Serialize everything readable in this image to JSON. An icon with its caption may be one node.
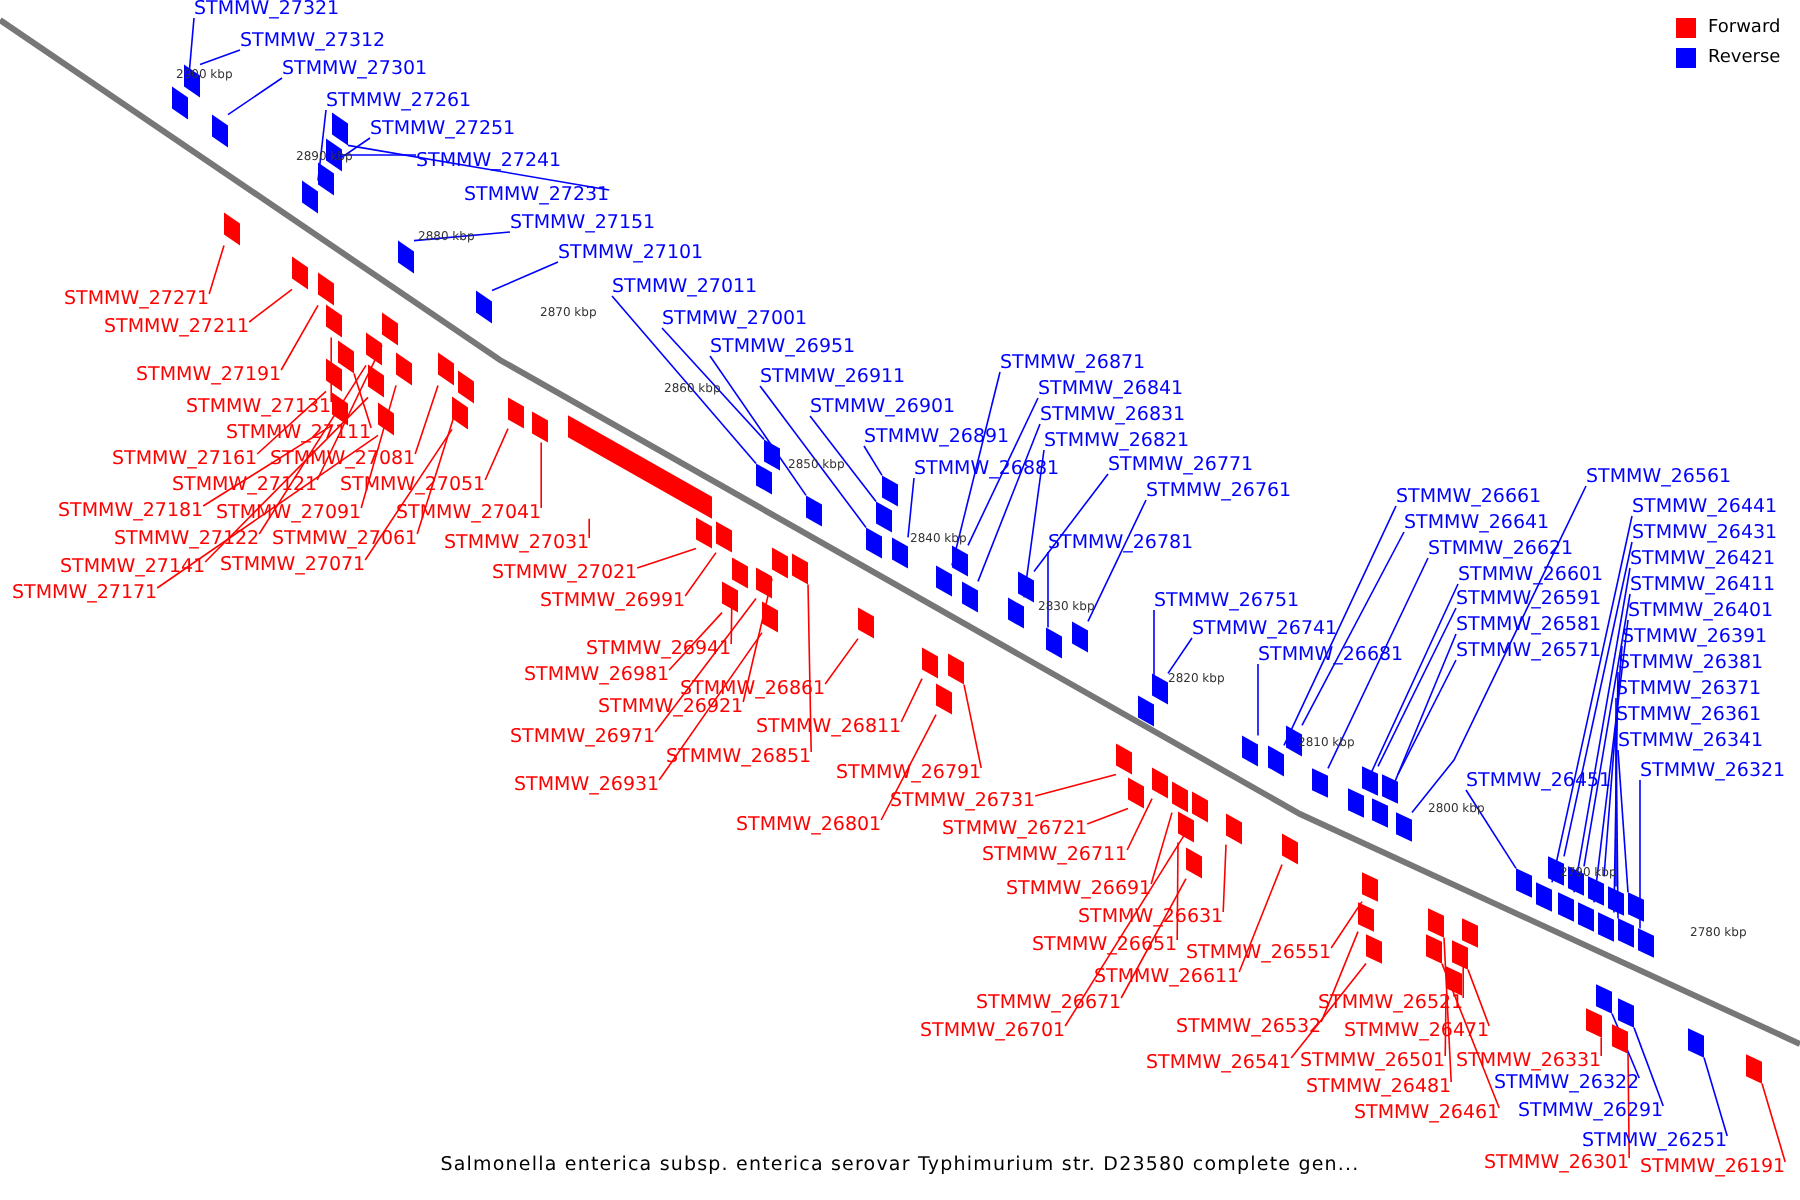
{
  "diagram": {
    "caption": "Salmonella enterica subsp. enterica serovar Typhimurium str. D23580 complete gen...",
    "nodes": [
      {
        "text": [
          "STMMW_27321"
        ]
      },
      {
        "text": [
          "STMMW_27312"
        ]
      },
      {
        "text": [
          "STMMW_27301"
        ]
      },
      {
        "text": [
          "STMMW_27261"
        ]
      },
      {
        "text": [
          "STMMW_27251"
        ]
      },
      {
        "text": [
          "STMMW_27241"
        ]
      },
      {
        "text": [
          "STMMW_27231"
        ]
      },
      {
        "text": [
          "STMMW_27151"
        ]
      },
      {
        "text": [
          "STMMW_27101"
        ]
      },
      {
        "text": [
          "STMMW_27011"
        ]
      },
      {
        "text": [
          "STMMW_27001"
        ]
      },
      {
        "text": [
          "STMMW_26951"
        ]
      },
      {
        "text": [
          "STMMW_26911"
        ]
      },
      {
        "text": [
          "STMMW_26901"
        ]
      },
      {
        "text": [
          "STMMW_26891"
        ]
      },
      {
        "text": [
          "STMMW_26881"
        ]
      },
      {
        "text": [
          "STMMW_26871"
        ]
      },
      {
        "text": [
          "STMMW_26841"
        ]
      },
      {
        "text": [
          "STMMW_26831"
        ]
      },
      {
        "text": [
          "STMMW_26821"
        ]
      },
      {
        "text": [
          "STMMW_26771"
        ]
      },
      {
        "text": [
          "STMMW_26761"
        ]
      },
      {
        "text": [
          "STMMW_26781"
        ]
      },
      {
        "text": [
          "STMMW_26751"
        ]
      },
      {
        "text": [
          "STMMW_26741"
        ]
      },
      {
        "text": [
          "STMMW_26681"
        ]
      },
      {
        "text": [
          "STMMW_26661"
        ]
      },
      {
        "text": [
          "STMMW_26641"
        ]
      },
      {
        "text": [
          "STMMW_26621"
        ]
      },
      {
        "text": [
          "STMMW_26601"
        ]
      },
      {
        "text": [
          "STMMW_26591"
        ]
      },
      {
        "text": [
          "STMMW_26581"
        ]
      },
      {
        "text": [
          "STMMW_26571"
        ]
      },
      {
        "text": [
          "STMMW_26561"
        ]
      },
      {
        "text": [
          "STMMW_26441"
        ]
      },
      {
        "text": [
          "STMMW_26431"
        ]
      },
      {
        "text": [
          "STMMW_26421"
        ]
      },
      {
        "text": [
          "STMMW_26411"
        ]
      },
      {
        "text": [
          "STMMW_26401"
        ]
      },
      {
        "text": [
          "STMMW_26391"
        ]
      },
      {
        "text": [
          "STMMW_26381"
        ]
      },
      {
        "text": [
          "STMMW_26371"
        ]
      },
      {
        "text": [
          "STMMW_26361"
        ]
      },
      {
        "text": [
          "STMMW_26341"
        ]
      },
      {
        "text": [
          "STMMW_26451"
        ]
      },
      {
        "text": [
          "STMMW_26321"
        ]
      },
      {
        "text": [
          "STMMW_26322"
        ]
      },
      {
        "text": [
          "STMMW_26291"
        ]
      },
      {
        "text": [
          "STMMW_26251"
        ]
      },
      {
        "text": [
          "STMMW_27271"
        ]
      },
      {
        "text": [
          "STMMW_27211"
        ]
      },
      {
        "text": [
          "STMMW_27191"
        ]
      },
      {
        "text": [
          "STMMW_27131"
        ]
      },
      {
        "text": [
          "STMMW_27111"
        ]
      },
      {
        "text": [
          "STMMW_27161"
        ]
      },
      {
        "text": [
          "STMMW_27081"
        ]
      },
      {
        "text": [
          "STMMW_27121"
        ]
      },
      {
        "text": [
          "STMMW_27051"
        ]
      },
      {
        "text": [
          "STMMW_27181"
        ]
      },
      {
        "text": [
          "STMMW_27091"
        ]
      },
      {
        "text": [
          "STMMW_27041"
        ]
      },
      {
        "text": [
          "STMMW_27122"
        ]
      },
      {
        "text": [
          "STMMW_27061"
        ]
      },
      {
        "text": [
          "STMMW_27031"
        ]
      },
      {
        "text": [
          "STMMW_27141"
        ]
      },
      {
        "text": [
          "STMMW_27071"
        ]
      },
      {
        "text": [
          "STMMW_27171"
        ]
      },
      {
        "text": [
          "STMMW_27021"
        ]
      },
      {
        "text": [
          "STMMW_26991"
        ]
      },
      {
        "text": [
          "STMMW_26941"
        ]
      },
      {
        "text": [
          "STMMW_26981"
        ]
      },
      {
        "text": [
          "STMMW_26861"
        ]
      },
      {
        "text": [
          "STMMW_26921"
        ]
      },
      {
        "text": [
          "STMMW_26811"
        ]
      },
      {
        "text": [
          "STMMW_26971"
        ]
      },
      {
        "text": [
          "STMMW_26851"
        ]
      },
      {
        "text": [
          "STMMW_26791"
        ]
      },
      {
        "text": [
          "STMMW_26931"
        ]
      },
      {
        "text": [
          "STMMW_26731"
        ]
      },
      {
        "text": [
          "STMMW_26801"
        ]
      },
      {
        "text": [
          "STMMW_26721"
        ]
      },
      {
        "text": [
          "STMMW_26711"
        ]
      },
      {
        "text": [
          "STMMW_26691"
        ]
      },
      {
        "text": [
          "STMMW_26631"
        ]
      },
      {
        "text": [
          "STMMW_26651"
        ]
      },
      {
        "text": [
          "STMMW_26551"
        ]
      },
      {
        "text": [
          "STMMW_26611"
        ]
      },
      {
        "text": [
          "STMMW_26671"
        ]
      },
      {
        "text": [
          "STMMW_26521"
        ]
      },
      {
        "text": [
          "STMMW_26701"
        ]
      },
      {
        "text": [
          "STMMW_26532"
        ]
      },
      {
        "text": [
          "STMMW_26471"
        ]
      },
      {
        "text": [
          "STMMW_26501"
        ]
      },
      {
        "text": [
          "STMMW_26331"
        ]
      },
      {
        "text": [
          "STMMW_26541"
        ]
      },
      {
        "text": [
          "STMMW_26481"
        ]
      },
      {
        "text": [
          "STMMW_26461"
        ]
      },
      {
        "text": [
          "STMMW_26301"
        ]
      },
      {
        "text": [
          "STMMW_26191"
        ]
      },
      {
        "text": [],
        "shape": "box"
      },
      {
        "text": [],
        "shape": "box"
      },
      {
        "text": [],
        "shape": "box"
      },
      {
        "text": [],
        "shape": "box"
      },
      {
        "text": [],
        "shape": "box"
      },
      {
        "text": [],
        "shape": "box"
      },
      {
        "text": [],
        "shape": "box"
      },
      {
        "text": [],
        "shape": "box"
      },
      {
        "text": [],
        "shape": "box"
      },
      {
        "text": [],
        "shape": "box"
      },
      {
        "text": [],
        "shape": "box"
      },
      {
        "text": [],
        "shape": "box"
      },
      {
        "text": [],
        "shape": "box"
      },
      {
        "text": [],
        "shape": "box"
      },
      {
        "text": [],
        "shape": "box"
      },
      {
        "text": [],
        "shape": "box"
      },
      {
        "text": [],
        "shape": "box"
      },
      {
        "text": [],
        "shape": "box"
      },
      {
        "text": [],
        "shape": "box"
      },
      {
        "text": [],
        "shape": "box"
      },
      {
        "text": [],
        "shape": "box"
      },
      {
        "text": [],
        "shape": "box"
      },
      {
        "text": [],
        "shape": "box"
      },
      {
        "text": [],
        "shape": "box"
      },
      {
        "text": [],
        "shape": "box"
      },
      {
        "text": [],
        "shape": "box"
      },
      {
        "text": [],
        "shape": "box"
      },
      {
        "text": [],
        "shape": "box"
      },
      {
        "text": [],
        "shape": "box"
      },
      {
        "text": [],
        "shape": "box"
      },
      {
        "text": [],
        "shape": "box"
      },
      {
        "text": [],
        "shape": "box"
      },
      {
        "text": [],
        "shape": "box"
      },
      {
        "text": [],
        "shape": "box"
      },
      {
        "text": [],
        "shape": "box"
      },
      {
        "text": [],
        "shape": "box"
      },
      {
        "text": [],
        "shape": "box"
      },
      {
        "text": [],
        "shape": "box"
      },
      {
        "text": [],
        "shape": "box"
      },
      {
        "text": [],
        "shape": "box"
      },
      {
        "text": [],
        "shape": "box"
      },
      {
        "text": [],
        "shape": "box"
      },
      {
        "text": [],
        "shape": "box"
      },
      {
        "text": [],
        "shape": "box"
      },
      {
        "text": [],
        "shape": "box"
      },
      {
        "text": [],
        "shape": "box"
      },
      {
        "text": [],
        "shape": "box"
      },
      {
        "text": [],
        "shape": "box"
      },
      {
        "text": [],
        "shape": "box"
      },
      {
        "text": [],
        "shape": "box"
      },
      {
        "text": [],
        "shape": "box"
      },
      {
        "text": [],
        "shape": "box"
      },
      {
        "text": [],
        "shape": "box"
      },
      {
        "text": [],
        "shape": "box"
      },
      {
        "text": [],
        "shape": "box"
      },
      {
        "text": [],
        "shape": "box"
      },
      {
        "text": [],
        "shape": "box"
      },
      {
        "text": [],
        "shape": "box"
      },
      {
        "text": [],
        "shape": "box"
      },
      {
        "text": [],
        "shape": "box"
      },
      {
        "text": [],
        "shape": "box"
      },
      {
        "text": [],
        "shape": "box"
      },
      {
        "text": [],
        "shape": "box"
      },
      {
        "text": [],
        "shape": "box"
      },
      {
        "text": [],
        "shape": "box"
      },
      {
        "text": [],
        "shape": "box"
      },
      {
        "text": [],
        "shape": "box"
      },
      {
        "text": [],
        "shape": "box"
      },
      {
        "text": [],
        "shape": "box"
      },
      {
        "text": [],
        "shape": "box"
      },
      {
        "text": [],
        "shape": "box"
      },
      {
        "text": [],
        "shape": "box"
      },
      {
        "text": [],
        "shape": "box"
      },
      {
        "text": [],
        "shape": "box"
      },
      {
        "text": [],
        "shape": "box"
      },
      {
        "text": [],
        "shape": "box"
      },
      {
        "text": [],
        "shape": "box"
      },
      {
        "text": [],
        "shape": "box"
      },
      {
        "text": [],
        "shape": "box"
      },
      {
        "text": [],
        "shape": "box"
      },
      {
        "text": [],
        "shape": "box"
      },
      {
        "text": [],
        "shape": "box"
      },
      {
        "text": [],
        "shape": "box"
      },
      {
        "text": [],
        "shape": "box"
      },
      {
        "text": [],
        "shape": "box"
      },
      {
        "text": [],
        "shape": "box"
      },
      {
        "text": [],
        "shape": "box"
      },
      {
        "text": [],
        "shape": "box"
      },
      {
        "text": [],
        "shape": "box"
      },
      {
        "text": [],
        "shape": "box"
      },
      {
        "text": [],
        "shape": "box"
      },
      {
        "text": [],
        "shape": "box"
      },
      {
        "text": [],
        "shape": "box"
      },
      {
        "text": [],
        "shape": "box"
      },
      {
        "text": [],
        "shape": "box"
      },
      {
        "text": [],
        "shape": "box"
      },
      {
        "text": [],
        "shape": "box"
      },
      {
        "text": [],
        "shape": "box"
      },
      {
        "text": [],
        "shape": "box"
      }
    ],
    "edges": [
      {
        "from": 0,
        "to": 99,
        "arrow": "none",
        "color": "#0000ff"
      },
      {
        "from": 1,
        "to": 100,
        "arrow": "none",
        "color": "#0000ff"
      },
      {
        "from": 2,
        "to": 101,
        "arrow": "none",
        "color": "#0000ff"
      },
      {
        "from": 3,
        "to": 102,
        "arrow": "none",
        "color": "#0000ff"
      },
      {
        "from": 4,
        "to": 103,
        "arrow": "none",
        "color": "#0000ff"
      },
      {
        "from": 5,
        "to": 104,
        "arrow": "none",
        "color": "#0000ff"
      },
      {
        "from": 6,
        "to": 105,
        "arrow": "none",
        "color": "#0000ff"
      },
      {
        "from": 7,
        "to": 106,
        "arrow": "none",
        "color": "#0000ff"
      },
      {
        "from": 8,
        "to": 107,
        "arrow": "none",
        "color": "#0000ff"
      },
      {
        "from": 9,
        "to": 108,
        "arrow": "none",
        "color": "#0000ff"
      },
      {
        "from": 10,
        "to": 109,
        "arrow": "none",
        "color": "#0000ff"
      },
      {
        "from": 11,
        "to": 110,
        "arrow": "none",
        "color": "#0000ff"
      },
      {
        "from": 12,
        "to": 111,
        "arrow": "none",
        "color": "#0000ff"
      },
      {
        "from": 13,
        "to": 112,
        "arrow": "none",
        "color": "#0000ff"
      },
      {
        "from": 14,
        "to": 113,
        "arrow": "none",
        "color": "#0000ff"
      },
      {
        "from": 15,
        "to": 114,
        "arrow": "none",
        "color": "#0000ff"
      },
      {
        "from": 16,
        "to": 115,
        "arrow": "none",
        "color": "#0000ff"
      },
      {
        "from": 17,
        "to": 116,
        "arrow": "none",
        "color": "#0000ff"
      },
      {
        "from": 18,
        "to": 117,
        "arrow": "none",
        "color": "#0000ff"
      },
      {
        "from": 19,
        "to": 118,
        "arrow": "none",
        "color": "#0000ff"
      },
      {
        "from": 20,
        "to": 119,
        "arrow": "none",
        "color": "#0000ff"
      },
      {
        "from": 21,
        "to": 120,
        "arrow": "none",
        "color": "#0000ff"
      },
      {
        "from": 22,
        "to": 121,
        "arrow": "none",
        "color": "#0000ff"
      },
      {
        "from": 23,
        "to": 122,
        "arrow": "none",
        "color": "#0000ff"
      },
      {
        "from": 24,
        "to": 123,
        "arrow": "none",
        "color": "#0000ff"
      },
      {
        "from": 25,
        "to": 124,
        "arrow": "none",
        "color": "#0000ff"
      },
      {
        "from": 26,
        "to": 125,
        "arrow": "none",
        "color": "#0000ff"
      },
      {
        "from": 27,
        "to": 126,
        "arrow": "none",
        "color": "#0000ff"
      },
      {
        "from": 28,
        "to": 127,
        "arrow": "none",
        "color": "#0000ff"
      },
      {
        "from": 29,
        "to": 128,
        "arrow": "none",
        "color": "#0000ff"
      },
      {
        "from": 30,
        "to": 129,
        "arrow": "none",
        "color": "#0000ff"
      },
      {
        "from": 31,
        "to": 130,
        "arrow": "none",
        "color": "#0000ff"
      },
      {
        "from": 32,
        "to": 131,
        "arrow": "none",
        "color": "#0000ff"
      },
      {
        "from": 33,
        "to": 132,
        "arrow": "none",
        "color": "#0000ff"
      },
      {
        "from": 34,
        "to": 133,
        "arrow": "none",
        "color": "#0000ff"
      },
      {
        "from": 35,
        "to": 134,
        "arrow": "none",
        "color": "#0000ff"
      },
      {
        "from": 36,
        "to": 135,
        "arrow": "none",
        "color": "#0000ff"
      },
      {
        "from": 37,
        "to": 136,
        "arrow": "none",
        "color": "#0000ff"
      },
      {
        "from": 38,
        "to": 137,
        "arrow": "none",
        "color": "#0000ff"
      },
      {
        "from": 39,
        "to": 138,
        "arrow": "none",
        "color": "#0000ff"
      },
      {
        "from": 40,
        "to": 139,
        "arrow": "none",
        "color": "#0000ff"
      },
      {
        "from": 41,
        "to": 140,
        "arrow": "none",
        "color": "#0000ff"
      },
      {
        "from": 42,
        "to": 141,
        "arrow": "none",
        "color": "#0000ff"
      },
      {
        "from": 43,
        "to": 142,
        "arrow": "none",
        "color": "#0000ff"
      },
      {
        "from": 44,
        "to": 143,
        "arrow": "none",
        "color": "#0000ff"
      },
      {
        "from": 45,
        "to": 144,
        "arrow": "none",
        "color": "#0000ff"
      },
      {
        "from": 46,
        "to": 145,
        "arrow": "none",
        "color": "#0000ff"
      },
      {
        "from": 47,
        "to": 146,
        "arrow": "none",
        "color": "#0000ff"
      },
      {
        "from": 48,
        "to": 147,
        "arrow": "none",
        "color": "#0000ff"
      },
      {
        "from": 49,
        "to": 148,
        "arrow": "none"
      },
      {
        "from": 50,
        "to": 149,
        "arrow": "none"
      },
      {
        "from": 51,
        "to": 150,
        "arrow": "none"
      },
      {
        "from": 52,
        "to": 151,
        "arrow": "none"
      },
      {
        "from": 53,
        "to": 152,
        "arrow": "none"
      },
      {
        "from": 54,
        "to": 153,
        "arrow": "none"
      },
      {
        "from": 55,
        "to": 154,
        "arrow": "none"
      },
      {
        "from": 56,
        "to": 155,
        "arrow": "none"
      },
      {
        "from": 57,
        "to": 156,
        "arrow": "none"
      },
      {
        "from": 58,
        "to": 157,
        "arrow": "none"
      },
      {
        "from": 59,
        "to": 158,
        "arrow": "none"
      },
      {
        "from": 60,
        "to": 159,
        "arrow": "none"
      },
      {
        "from": 61,
        "to": 160,
        "arrow": "none"
      },
      {
        "from": 62,
        "to": 161,
        "arrow": "none"
      },
      {
        "from": 63,
        "to": 162,
        "arrow": "none"
      },
      {
        "from": 64,
        "to": 163,
        "arrow": "none"
      },
      {
        "from": 65,
        "to": 164,
        "arrow": "none"
      },
      {
        "from": 66,
        "to": 165,
        "arrow": "none"
      },
      {
        "from": 67,
        "to": 166,
        "arrow": "none"
      },
      {
        "from": 68,
        "to": 167,
        "arrow": "none"
      },
      {
        "from": 69,
        "to": 168,
        "arrow": "none"
      },
      {
        "from": 70,
        "to": 169,
        "arrow": "none"
      },
      {
        "from": 71,
        "to": 170,
        "arrow": "none"
      },
      {
        "from": 72,
        "to": 171,
        "arrow": "none"
      },
      {
        "from": 73,
        "to": 172,
        "arrow": "none"
      },
      {
        "from": 74,
        "to": 173,
        "arrow": "none"
      },
      {
        "from": 75,
        "to": 174,
        "arrow": "none"
      },
      {
        "from": 76,
        "to": 175,
        "arrow": "none"
      },
      {
        "from": 77,
        "to": 176,
        "arrow": "none"
      },
      {
        "from": 78,
        "to": 177,
        "arrow": "none"
      },
      {
        "from": 79,
        "to": 178,
        "arrow": "none"
      },
      {
        "from": 80,
        "to": 179,
        "arrow": "none"
      },
      {
        "from": 81,
        "to": 180,
        "arrow": "none"
      },
      {
        "from": 82,
        "to": 181,
        "arrow": "none"
      },
      {
        "from": 83,
        "to": 182,
        "arrow": "none"
      },
      {
        "from": 84,
        "to": 183,
        "arrow": "none"
      },
      {
        "from": 85,
        "to": 184,
        "arrow": "none"
      },
      {
        "from": 86,
        "to": 185,
        "arrow": "none"
      },
      {
        "from": 87,
        "to": 186,
        "arrow": "none"
      },
      {
        "from": 88,
        "to": 187,
        "arrow": "none"
      },
      {
        "from": 89,
        "to": 188,
        "arrow": "none"
      },
      {
        "from": 90,
        "to": 189,
        "arrow": "none"
      },
      {
        "from": 91,
        "to": 190,
        "arrow": "none"
      },
      {
        "from": 92,
        "to": 191,
        "arrow": "none"
      },
      {
        "from": 93,
        "to": 192,
        "arrow": "none"
      },
      {
        "from": 94,
        "to": 193,
        "arrow": "none"
      },
      {
        "from": 95,
        "to": 194,
        "arrow": "none"
      },
      {
        "from": 96,
        "to": 195,
        "arrow": "none"
      },
      {
        "from": 97,
        "to": 196,
        "arrow": "none"
      },
      {
        "from": 98,
        "to": 197,
        "arrow": "none"
      }
    ],
    "labels": [
      "2900 kbp",
      "2890 kbp",
      "2880 kbp",
      "2870 kbp",
      "2860 kbp",
      "2850 kbp",
      "2840 kbp",
      "2830 kbp",
      "2820 kbp",
      "2810 kbp",
      "2800 kbp",
      "2790 kbp",
      "2780 kbp"
    ],
    "legend": [
      {
        "text": "Forward",
        "color": "#ff0000"
      },
      {
        "text": "Reverse",
        "color": "#0000ff"
      }
    ]
  }
}
